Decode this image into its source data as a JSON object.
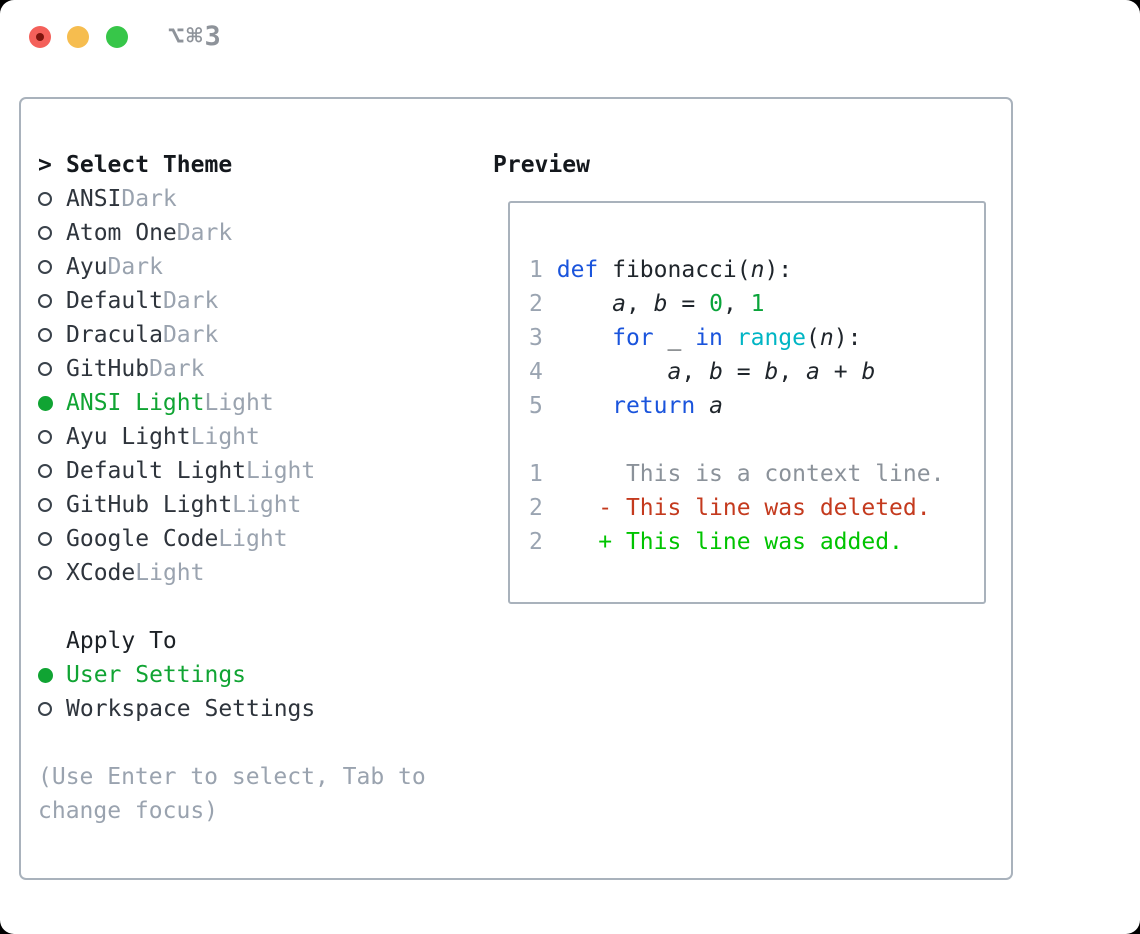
{
  "window": {
    "shortcut": "⌥⌘3"
  },
  "colors": {
    "accent_green": "#10a433",
    "keyword_blue": "#1a54dc",
    "builtin_cyan": "#00b5c4",
    "literal_green": "#0aa43a",
    "diff_add_green": "#00c400",
    "diff_del_red": "#c43a1e",
    "muted_gray": "#9aa3af",
    "context_gray": "#8b929a",
    "traffic_red": "#f4605a",
    "traffic_yellow": "#f6bd4f",
    "traffic_green": "#37c649"
  },
  "theme_panel": {
    "header_prompt": ">",
    "header": "Select Theme",
    "themes": [
      {
        "name": "ANSI",
        "variant": "Dark",
        "selected": false
      },
      {
        "name": "Atom One",
        "variant": "Dark",
        "selected": false
      },
      {
        "name": "Ayu",
        "variant": "Dark",
        "selected": false
      },
      {
        "name": "Default",
        "variant": "Dark",
        "selected": false
      },
      {
        "name": "Dracula",
        "variant": "Dark",
        "selected": false
      },
      {
        "name": "GitHub",
        "variant": "Dark",
        "selected": false
      },
      {
        "name": "ANSI Light",
        "variant": "Light",
        "selected": true
      },
      {
        "name": "Ayu Light",
        "variant": "Light",
        "selected": false
      },
      {
        "name": "Default Light",
        "variant": "Light",
        "selected": false
      },
      {
        "name": "GitHub Light",
        "variant": "Light",
        "selected": false
      },
      {
        "name": "Google Code",
        "variant": "Light",
        "selected": false
      },
      {
        "name": "XCode",
        "variant": "Light",
        "selected": false
      }
    ],
    "apply_to": {
      "header": "Apply To",
      "options": [
        {
          "label": "User Settings",
          "selected": true
        },
        {
          "label": "Workspace Settings",
          "selected": false
        }
      ]
    },
    "hint": "(Use Enter to select, Tab to change focus)"
  },
  "preview": {
    "header": "Preview",
    "lines": [
      {
        "no": "1",
        "tokens": [
          [
            "kw",
            "def"
          ],
          [
            "p",
            " fibonacci("
          ],
          [
            "v",
            "n"
          ],
          [
            "p",
            "):"
          ]
        ]
      },
      {
        "no": "2",
        "tokens": [
          [
            "p",
            "    "
          ],
          [
            "v",
            "a"
          ],
          [
            "p",
            ", "
          ],
          [
            "v",
            "b"
          ],
          [
            "p",
            " = "
          ],
          [
            "lit",
            "0"
          ],
          [
            "p",
            ", "
          ],
          [
            "lit",
            "1"
          ]
        ]
      },
      {
        "no": "3",
        "tokens": [
          [
            "p",
            "    "
          ],
          [
            "kw",
            "for"
          ],
          [
            "p",
            " _ "
          ],
          [
            "kw",
            "in"
          ],
          [
            "p",
            " "
          ],
          [
            "fn",
            "range"
          ],
          [
            "p",
            "("
          ],
          [
            "v",
            "n"
          ],
          [
            "p",
            "):"
          ]
        ]
      },
      {
        "no": "4",
        "tokens": [
          [
            "p",
            "        "
          ],
          [
            "v",
            "a"
          ],
          [
            "p",
            ", "
          ],
          [
            "v",
            "b"
          ],
          [
            "p",
            " = "
          ],
          [
            "v",
            "b"
          ],
          [
            "p",
            ", "
          ],
          [
            "v",
            "a"
          ],
          [
            "p",
            " + "
          ],
          [
            "v",
            "b"
          ]
        ]
      },
      {
        "no": "5",
        "tokens": [
          [
            "p",
            "    "
          ],
          [
            "kw",
            "return"
          ],
          [
            "p",
            " "
          ],
          [
            "v",
            "a"
          ]
        ]
      },
      {
        "no": "",
        "tokens": []
      },
      {
        "no": "1",
        "tokens": [
          [
            "ctx",
            "     This is a context line."
          ]
        ]
      },
      {
        "no": "2",
        "tokens": [
          [
            "del",
            "   - This line was deleted."
          ]
        ]
      },
      {
        "no": "2",
        "tokens": [
          [
            "add",
            "   + This line was added."
          ]
        ]
      }
    ]
  }
}
